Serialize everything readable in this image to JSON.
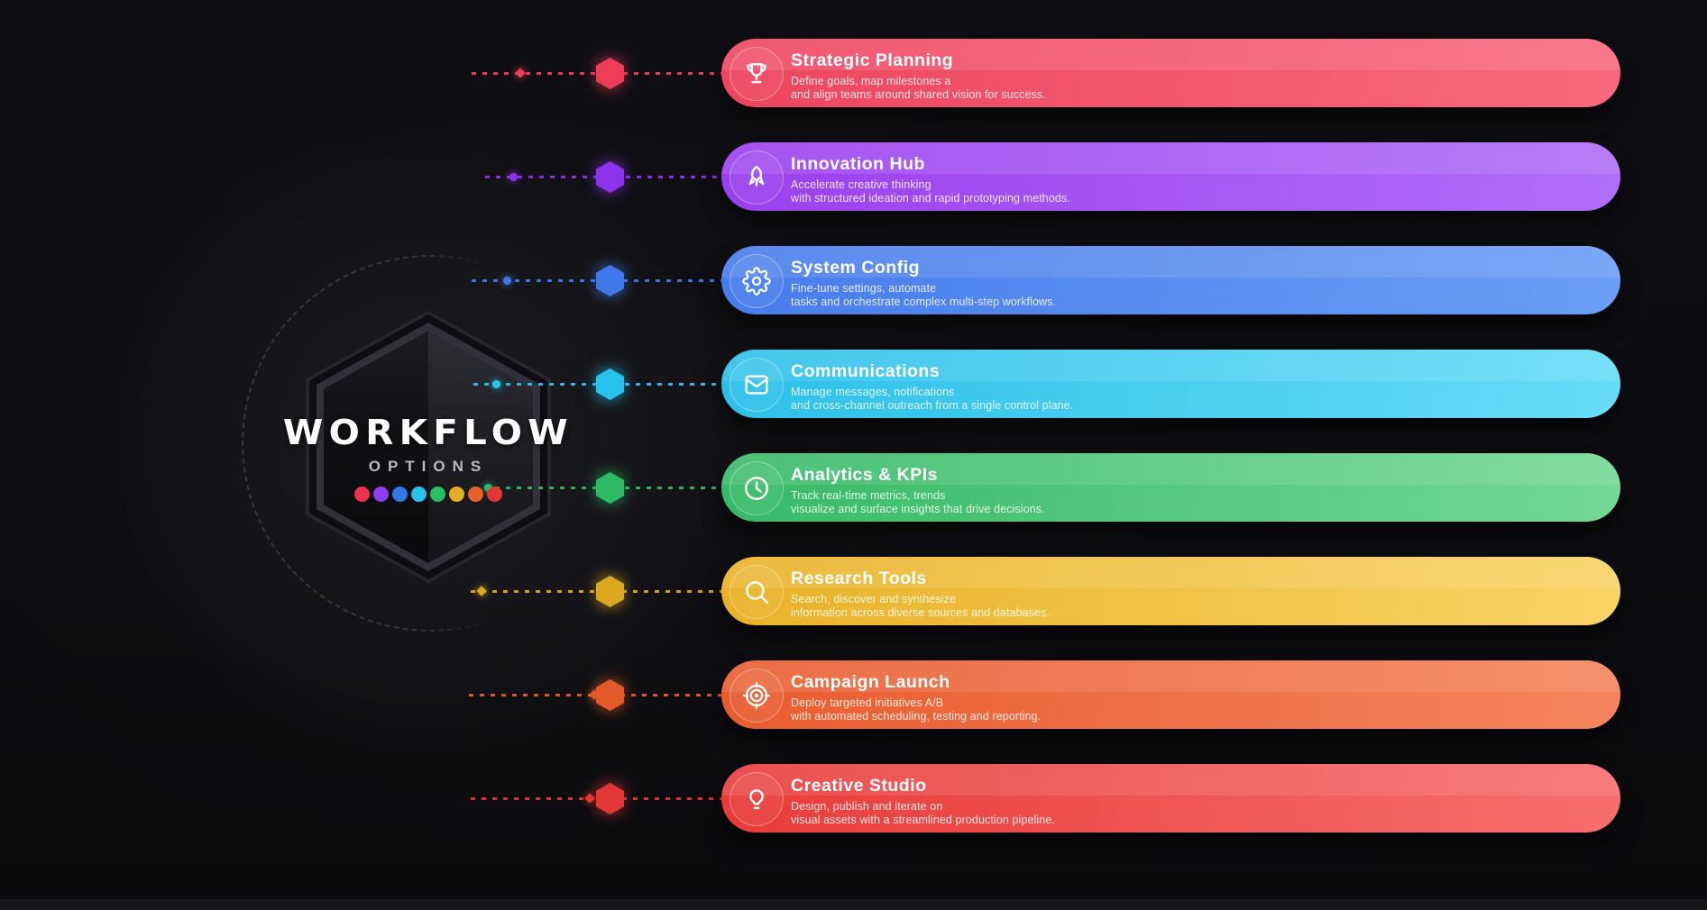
{
  "center": {
    "title": "WORKFLOW",
    "subtitle": "OPTIONS",
    "dot_colors": [
      "#ee3352",
      "#8b3ef2",
      "#2f7ce8",
      "#29c1e8",
      "#27c061",
      "#e5ae22",
      "#e8602c",
      "#e53535"
    ]
  },
  "items": [
    {
      "title": "Strategic Planning",
      "desc_line1": "Define goals, map milestones a",
      "desc_line2": "and align teams around shared vision for success.",
      "icon": "trophy-icon",
      "color": "#ed4560",
      "color_light": "#f9697e",
      "accent": "#ef3c58"
    },
    {
      "title": "Innovation Hub",
      "desc_line1": "Accelerate creative thinking",
      "desc_line2": "with structured ideation and rapid prototyping methods.",
      "icon": "rocket-icon",
      "color": "#9a40ee",
      "color_light": "#b16ef8",
      "accent": "#8e32ec"
    },
    {
      "title": "System Config",
      "desc_line1": "Fine-tune settings, automate",
      "desc_line2": "tasks and orchestrate complex multi-step workflows.",
      "icon": "gear-icon",
      "color": "#477ceb",
      "color_light": "#6b9ef5",
      "accent": "#3f78e8"
    },
    {
      "title": "Communications",
      "desc_line1": "Manage messages, notifications",
      "desc_line2": "and cross-channel outreach from a single control plane.",
      "icon": "envelope-icon",
      "color": "#2cc0e8",
      "color_light": "#67dcf8",
      "accent": "#27c3ee"
    },
    {
      "title": "Analytics & KPIs",
      "desc_line1": "Track real-time metrics, trends",
      "desc_line2": "visualize and surface insights that drive decisions.",
      "icon": "clock-icon",
      "color": "#36b968",
      "color_light": "#74d897",
      "accent": "#2eba64"
    },
    {
      "title": "Research Tools",
      "desc_line1": "Search, discover and synthesize",
      "desc_line2": "information across diverse sources and databases.",
      "icon": "search-icon",
      "color": "#e9b227",
      "color_light": "#f8d466",
      "accent": "#dca81f"
    },
    {
      "title": "Campaign Launch",
      "desc_line1": "Deploy targeted initiatives A/B",
      "desc_line2": "with automated scheduling, testing and reporting.",
      "icon": "target-icon",
      "color": "#e85c2f",
      "color_light": "#f5845c",
      "accent": "#e55a2a"
    },
    {
      "title": "Creative Studio",
      "desc_line1": "Design, publish and iterate on",
      "desc_line2": "visual assets with a streamlined production pipeline.",
      "icon": "bulb-icon",
      "color": "#e83b3b",
      "color_light": "#f76e6e",
      "accent": "#e23637"
    }
  ]
}
